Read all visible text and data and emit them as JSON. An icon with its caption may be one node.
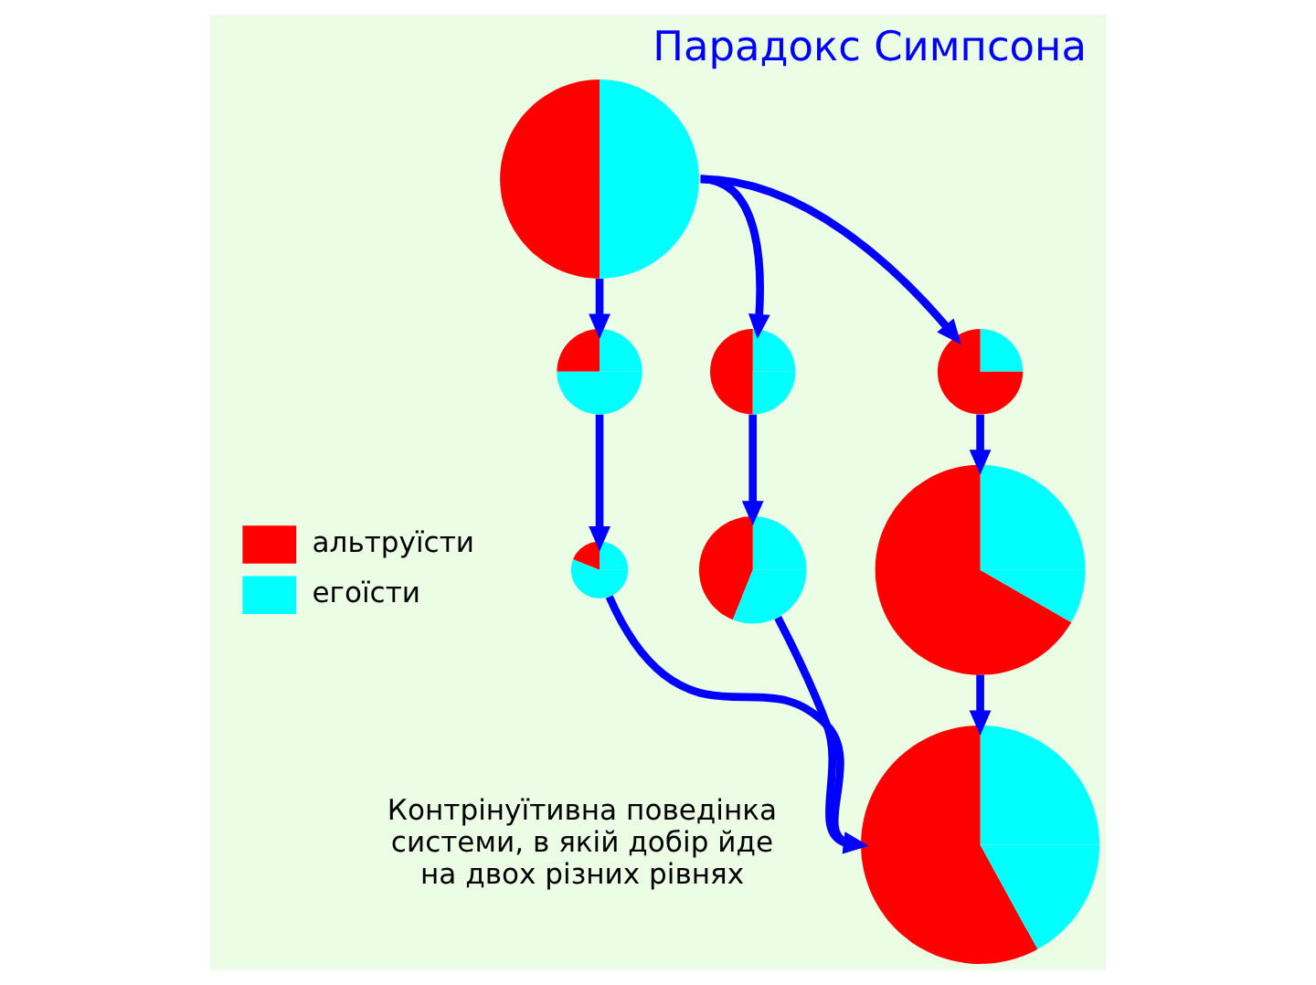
{
  "diagram": {
    "title": "Парадокс Симпсона",
    "caption": "Контрінуїтивна поведінка системи, в якій добір йде на двох різних рівнях",
    "nodes": [
      {
        "text": [],
        "shape": "circle"
      },
      {
        "text": [],
        "shape": "circle"
      },
      {
        "text": [],
        "shape": "circle"
      },
      {
        "text": [],
        "shape": "circle"
      },
      {
        "text": [],
        "shape": "circle"
      },
      {
        "text": [],
        "shape": "circle"
      },
      {
        "text": [],
        "shape": "circle"
      },
      {
        "text": [],
        "shape": "circle"
      }
    ],
    "edges": [
      {
        "from": 0,
        "to": 1,
        "arrow": "to"
      },
      {
        "from": 0,
        "to": 2,
        "arrow": "to"
      },
      {
        "from": 0,
        "to": 3,
        "arrow": "to"
      },
      {
        "from": 1,
        "to": 4,
        "arrow": "to"
      },
      {
        "from": 2,
        "to": 5,
        "arrow": "to"
      },
      {
        "from": 3,
        "to": 6,
        "arrow": "to"
      },
      {
        "from": 4,
        "to": 7,
        "arrow": "to"
      },
      {
        "from": 5,
        "to": 7,
        "arrow": "to"
      },
      {
        "from": 6,
        "to": 7,
        "arrow": "to"
      }
    ],
    "legend": [
      {
        "text": "альтруїсти",
        "color": "#ff0000"
      },
      {
        "text": "егоїсти",
        "color": "#00ffff"
      }
    ]
  }
}
